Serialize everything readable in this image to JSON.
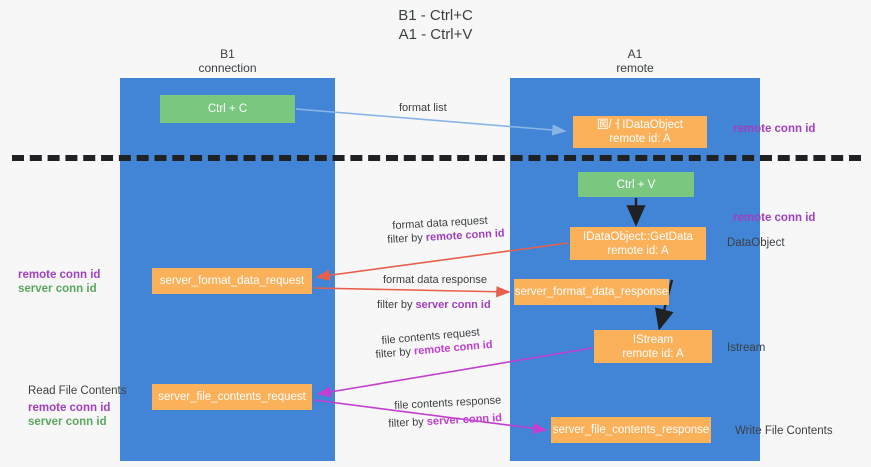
{
  "title": "B1 - Ctrl+C\nA1 - Ctrl+V",
  "columns": {
    "left": "B1\nconnection",
    "right": "A1\nremote"
  },
  "nodes": {
    "ctrl_c": "Ctrl + C",
    "idataobject_title": "囻/ㅓIDataObject",
    "idataobject_sub": "remote id: A",
    "ctrl_v": "Ctrl + V",
    "getdata_title": "IDataObject::GetData",
    "getdata_sub": "remote id: A",
    "server_format_data_request": "server_format_data_request",
    "server_format_data_response": "server_format_data_response",
    "istream_title": "IStream",
    "istream_sub": "remote id: A",
    "server_file_contents_request": "server_file_contents_request",
    "server_file_contents_response": "server_file_contents_response"
  },
  "right_labels": {
    "remote_conn_id_1": "remote conn id",
    "remote_conn_id_2": "remote conn id",
    "dataobject": "DataObject",
    "istream": "Istream",
    "write_file_contents": "Write File Contents"
  },
  "left_labels": {
    "remote_conn_id": "remote conn id",
    "server_conn_id": "server conn id",
    "read_file_contents": "Read File Contents",
    "remote_conn_id_2": "remote conn id",
    "server_conn_id_2": "server conn id"
  },
  "edges": {
    "format_list": "format list",
    "format_data_request": "format data request",
    "filter_by_remote_1_prefix": "filter by ",
    "filter_by_remote_1_key": "remote conn id",
    "format_data_response": "format data response",
    "filter_by_server_1_prefix": "filter by ",
    "filter_by_server_1_key": "server conn id",
    "file_contents_request": "file contents request",
    "filter_by_remote_2_prefix": "filter by ",
    "filter_by_remote_2_key": "remote conn id",
    "file_contents_response": "file contents response",
    "filter_by_server_2_prefix": "filter by ",
    "filter_by_server_2_key": "server conn id"
  },
  "colors": {
    "lane": "#4285d6",
    "green_node": "#7ac87f",
    "orange_node": "#fbb05a",
    "purple": "#a03fc0",
    "magenta": "#c23fd0",
    "green_text": "#5aa85f",
    "red_arrow": "#e8604c",
    "blue_arrow": "#8ab4e8",
    "black": "#202124",
    "background": "#f7f7f7"
  }
}
